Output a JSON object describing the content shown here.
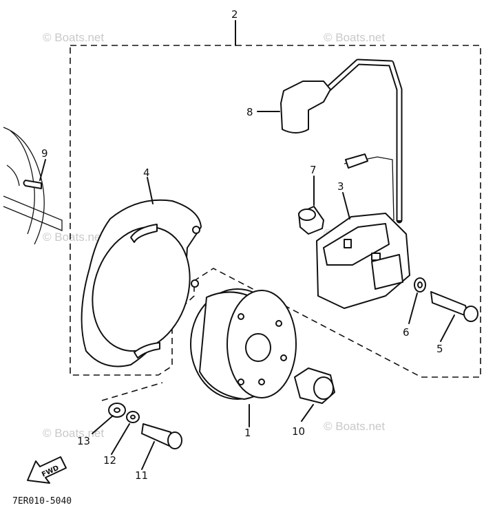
{
  "watermark": "© Boats.net",
  "part_numbers": [
    "1",
    "2",
    "3",
    "4",
    "5",
    "6",
    "7",
    "8",
    "9",
    "10",
    "11",
    "12",
    "13"
  ],
  "fwd_label": "FWD",
  "diagram_code": "7ER010-5040"
}
